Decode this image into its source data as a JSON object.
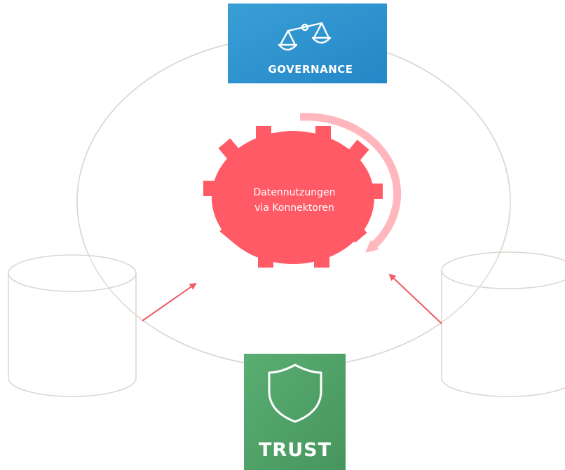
{
  "diagram": {
    "gear": {
      "label_line1": "Datennutzungen",
      "label_line2": "via Konnektoren",
      "color": "#ff5a66",
      "arc_color": "#ffb6bc"
    },
    "governance": {
      "label": "GOVERNANCE",
      "icon": "scales-icon",
      "color": "#2b8fcb"
    },
    "trust": {
      "label": "TRUST",
      "icon": "shield-icon",
      "color": "#4f9e68"
    },
    "line_color": "#dcd7d0",
    "arrow_color": "#ef5b67"
  }
}
